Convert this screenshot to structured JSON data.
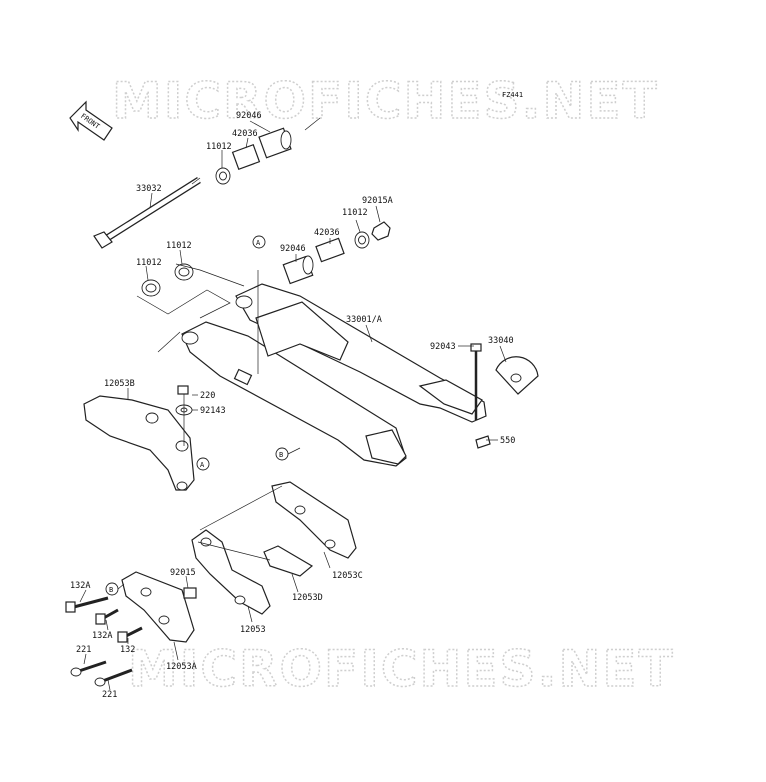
{
  "watermark": {
    "top": "MICROFICHES.NET",
    "bottom": "MICROFICHES.NET"
  },
  "figure_code": "FZ441",
  "front_arrow": {
    "label": "FRONT",
    "icon": "front-arrow-icon"
  },
  "callouts": {
    "a1": "A",
    "a2": "A",
    "b1": "B",
    "b2": "B"
  },
  "labels": {
    "p92046_top": "92046",
    "p42036_top": "42036",
    "p11012_top": "11012",
    "p33032": "33032",
    "p92015A": "92015A",
    "p11012_right": "11012",
    "p42036_right": "42036",
    "p92046_right": "92046",
    "p11012_mid": "11012",
    "p11012_left": "11012",
    "p33001A": "33001/A",
    "p92043": "92043",
    "p33040": "33040",
    "p12053B": "12053B",
    "p220": "220",
    "p92143": "92143",
    "p550": "550",
    "p92015": "92015",
    "p12053C": "12053C",
    "p12053D": "12053D",
    "p12053": "12053",
    "p132A_a": "132A",
    "p132A_b": "132A",
    "p132": "132",
    "p221_a": "221",
    "p221_b": "221",
    "p12053A": "12053A"
  }
}
